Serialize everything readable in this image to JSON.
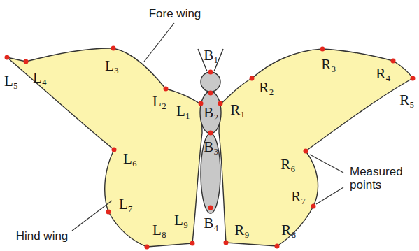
{
  "diagram": {
    "labels": [
      "Fore wing",
      "L₁",
      "L₂",
      "L₃",
      "L₄",
      "L₅",
      "L₆",
      "L₇",
      "L₈",
      "L₉",
      "B₁",
      "B₂",
      "B₃",
      "B₄",
      "R₁",
      "R₂",
      "R₃",
      "R₄",
      "R₅",
      "R₆",
      "R₇",
      "R₈",
      "R₉",
      "Measured points",
      "Hind wing"
    ]
  }
}
